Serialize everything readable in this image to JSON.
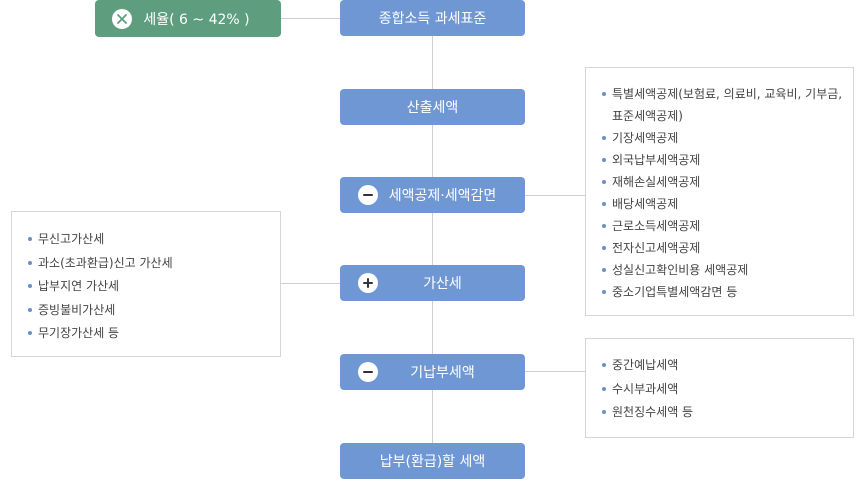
{
  "colors": {
    "node": "#6f97d4",
    "rate": "#5e9e7e",
    "line": "#cfcfcf",
    "bullet": "#6b8fc7"
  },
  "rate_box": {
    "label": "세율( 6 ~ 42% )",
    "icon": "close-icon"
  },
  "nodes": [
    {
      "label": "종합소득 과세표준"
    },
    {
      "label": "산출세액"
    },
    {
      "label": "세액공제·세액감면",
      "icon": "minus-icon"
    },
    {
      "label": "가산세",
      "icon": "plus-icon"
    },
    {
      "label": "기납부세액",
      "icon": "minus-icon"
    },
    {
      "label": "납부(환급)할 세액"
    }
  ],
  "deduction_list": [
    "특별세액공제(보험료, 의료비, 교육비, 기부금, 표준세액공제)",
    "기장세액공제",
    "외국납부세액공제",
    "재해손실세액공제",
    "배당세액공제",
    "근로소득세액공제",
    "전자신고세액공제",
    "성실신고확인비용 세액공제",
    "중소기업특별세액감면 등"
  ],
  "penalty_list": [
    "무신고가산세",
    "과소(초과환급)신고 가산세",
    "납부지연 가산세",
    "증빙불비가산세",
    "무기장가산세 등"
  ],
  "prepaid_list": [
    "중간예납세액",
    "수시부과세액",
    "원천징수세액 등"
  ]
}
